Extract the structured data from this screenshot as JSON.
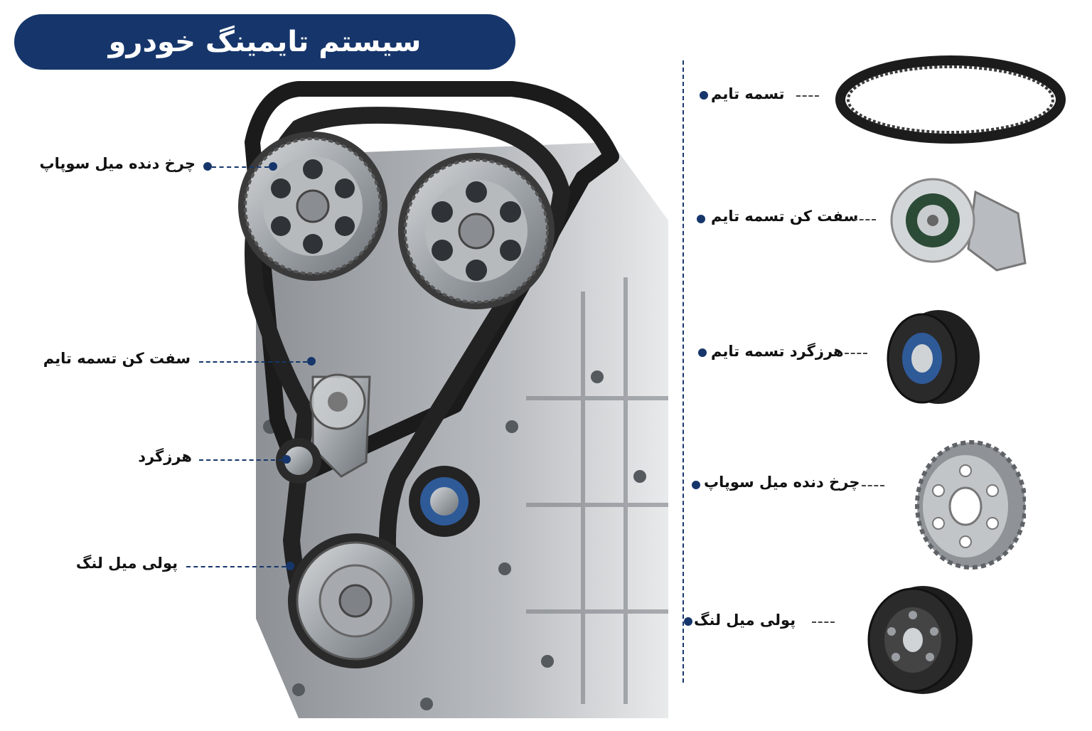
{
  "title": "سیستم تایمینگ خودرو",
  "engine_callouts": [
    {
      "label": "چرخ دنده میل سوپاپ"
    },
    {
      "label": "سفت کن تسمه تایم"
    },
    {
      "label": "هرزگرد"
    },
    {
      "label": "پولی میل لنگ"
    }
  ],
  "parts": [
    {
      "label": "تسمه تایم",
      "icon": "timing-belt-icon"
    },
    {
      "label": "سفت کن تسمه تایم",
      "icon": "belt-tensioner-icon"
    },
    {
      "label": "هرزگرد تسمه تایم",
      "icon": "idler-pulley-icon"
    },
    {
      "label": "چرخ دنده میل سوپاپ",
      "icon": "camshaft-gear-icon"
    },
    {
      "label": "پولی میل لنگ",
      "icon": "crankshaft-pulley-icon"
    }
  ],
  "colors": {
    "accent": "#16366b",
    "belt": "#1e1e1e",
    "metal": "#a9adb1"
  }
}
